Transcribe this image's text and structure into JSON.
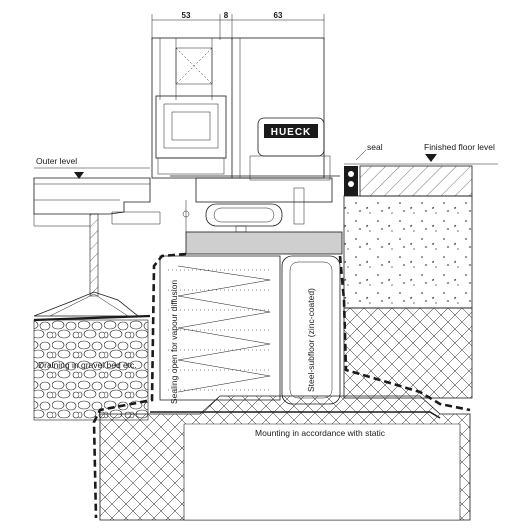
{
  "dimensions": {
    "left": "53",
    "middle": "8",
    "right": "63"
  },
  "labels": {
    "outer_level": "Outer level",
    "seal": "seal",
    "finished_floor_level": "Finished floor level",
    "draining": "Draining in gravel bed etc.",
    "sealing": "Sealing open for vapour diffusion",
    "steel_subfloor": "Steel-subfloor (zinc-coated)",
    "mounting": "Mounting in accordance with static",
    "brand": "HUECK"
  },
  "colors": {
    "line": "#1a1a1a",
    "grey_block": "#cfcfcf",
    "background": "#ffffff"
  }
}
